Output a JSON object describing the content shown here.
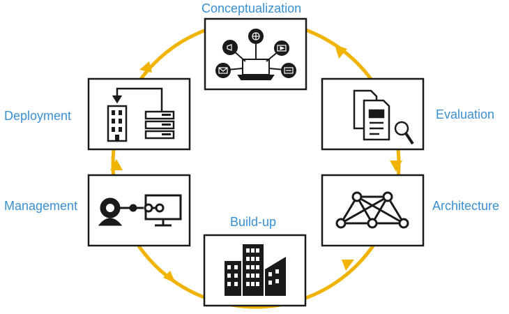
{
  "diagram": {
    "label_color": "#3a8fd0",
    "ring_color": "#f0b400",
    "box_border_color": "#1a1a1a",
    "icon_color": "#1a1a1a",
    "stages": [
      {
        "label": "Conceptualization",
        "icon": "laptop-network-icon"
      },
      {
        "label": "Evaluation",
        "icon": "documents-magnifier-icon"
      },
      {
        "label": "Architecture",
        "icon": "network-nodes-icon"
      },
      {
        "label": "Build-up",
        "icon": "buildings-icon"
      },
      {
        "label": "Management",
        "icon": "webcam-monitor-icon"
      },
      {
        "label": "Deployment",
        "icon": "building-server-icon"
      }
    ]
  }
}
